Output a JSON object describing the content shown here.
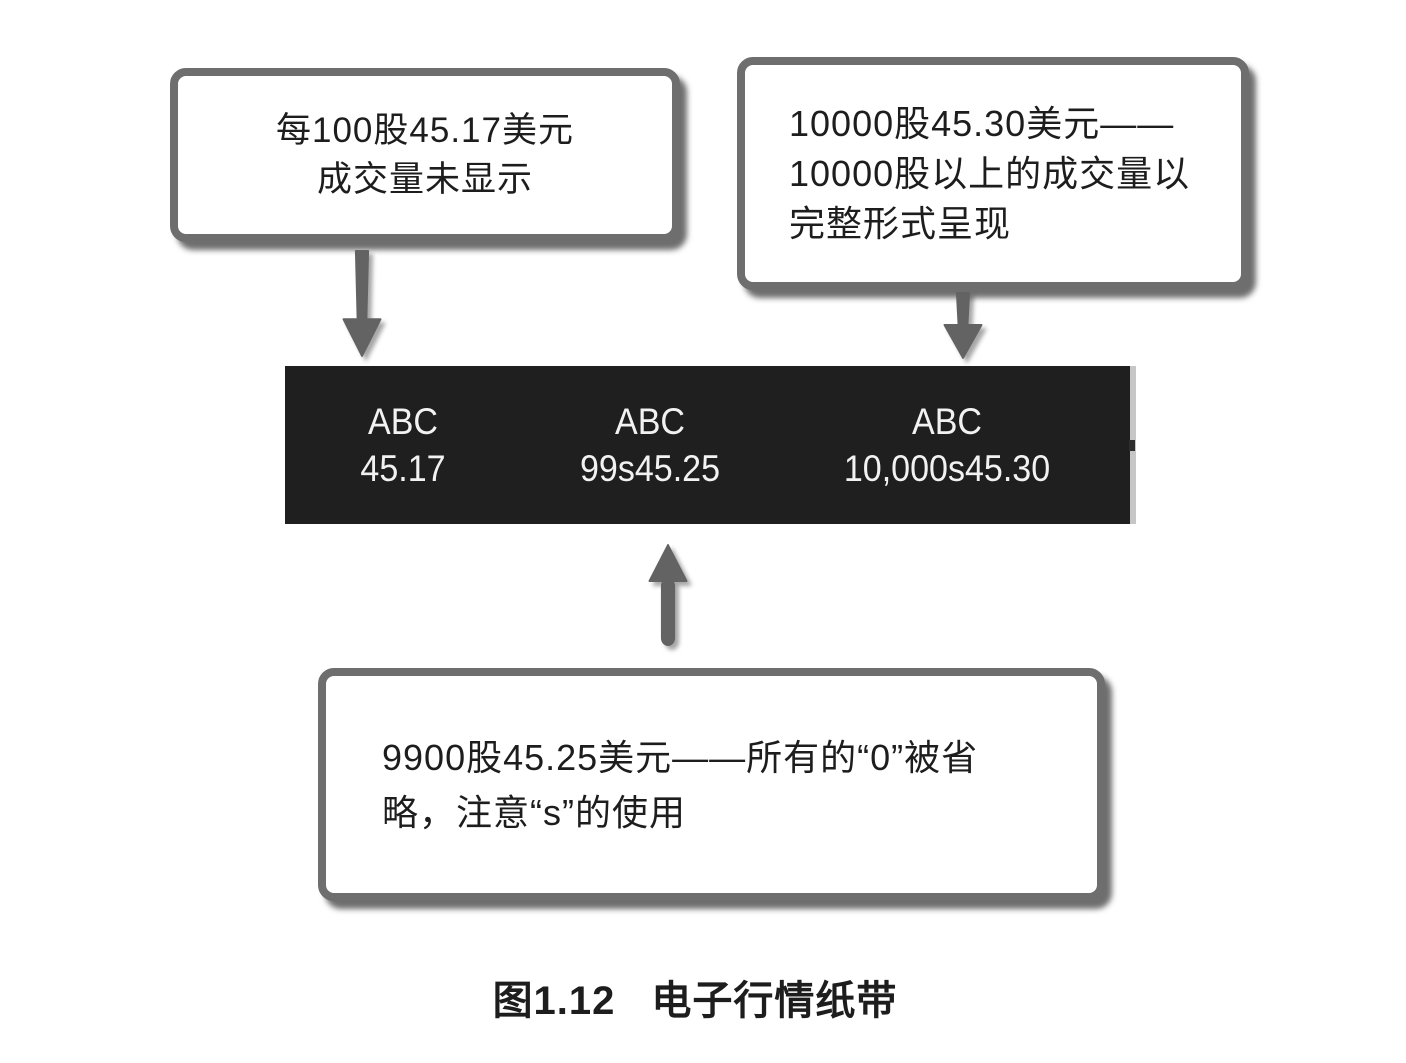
{
  "figure": {
    "caption": {
      "number": "图1.12",
      "title": "电子行情纸带"
    },
    "callout_top_left": {
      "line1": "每100股45.17美元",
      "line2": "成交量未显示"
    },
    "callout_top_right": {
      "line1": "10000股45.30美元——",
      "line2": "10000股以上的成交量以",
      "line3": "完整形式呈现"
    },
    "callout_bottom": {
      "line1": "9900股45.25美元——所有的“0”被省",
      "line2": "略，注意“s”的使用"
    },
    "ticker": {
      "entries": [
        {
          "symbol": "ABC",
          "quote": "45.17"
        },
        {
          "symbol": "ABC",
          "quote": "99s45.25"
        },
        {
          "symbol": "ABC",
          "quote": "10,000s45.30"
        }
      ]
    },
    "colors": {
      "box_border": "#6e6e6e",
      "box_fill": "#ffffff",
      "ticker_bg": "#1f1f1f",
      "ticker_text": "#f2f2f2",
      "arrow": "#636363",
      "text": "#1d1d1d",
      "background": "#ffffff"
    }
  }
}
